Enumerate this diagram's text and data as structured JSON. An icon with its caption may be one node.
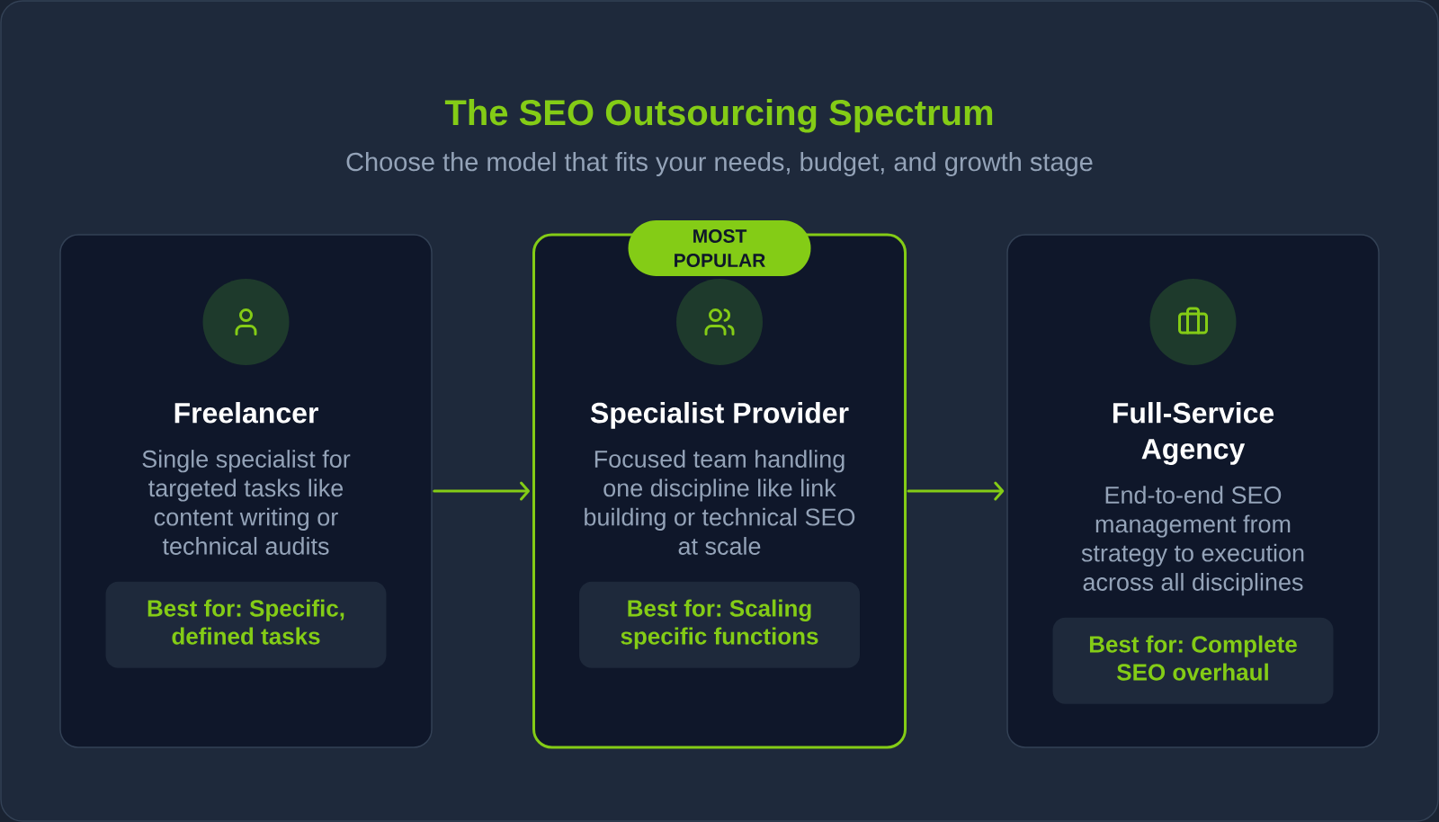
{
  "diagram": {
    "title": "The SEO Outsourcing Spectrum",
    "nodes": [
      {
        "text": [
          "Freelancer",
          "Single specialist for targeted tasks like content writing or technical audits"
        ]
      },
      {
        "text": [
          "Best for: Specific, defined tasks"
        ],
        "in": 0
      },
      {
        "text": [
          "Specialist Provider",
          "Focused team handling one discipline like link building or technical SEO at scale"
        ]
      },
      {
        "text": [
          "MOST POPULAR"
        ]
      },
      {
        "text": [
          "Best for: Scaling specific functions"
        ],
        "in": 2
      },
      {
        "text": [
          "Full-Service Agency",
          "End-to-end SEO management from strategy to execution across all disciplines"
        ]
      },
      {
        "text": [
          "Best for: Complete SEO overhaul"
        ],
        "in": 5
      }
    ],
    "edges": [
      {
        "from": 0,
        "to": 2,
        "arrow": "to"
      },
      {
        "from": 2,
        "to": 5,
        "arrow": "to"
      }
    ],
    "labels": [
      "Choose the model that fits your needs, budget, and growth stage"
    ]
  }
}
